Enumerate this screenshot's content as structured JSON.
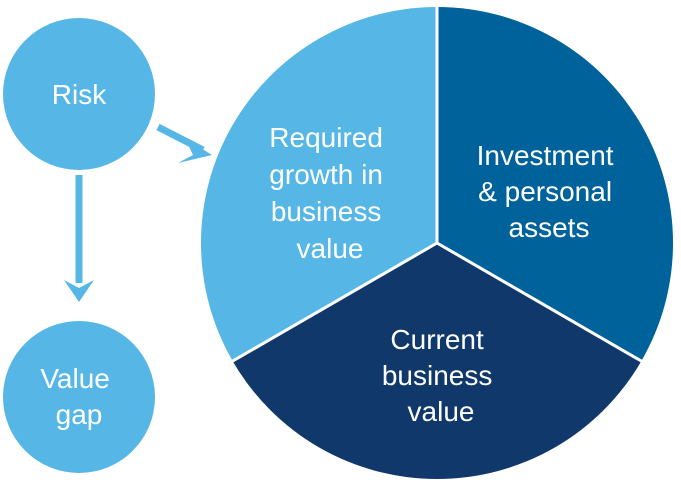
{
  "colors": {
    "light_blue": "#56b7e6",
    "mid_blue": "#00629b",
    "dark_blue": "#11386a",
    "arrow": "#56b7e6",
    "background": "#ffffff"
  },
  "nodes": {
    "risk": "Risk",
    "value_gap": [
      "Value",
      "gap"
    ]
  },
  "pie": {
    "segments": [
      {
        "key": "required_growth",
        "lines": [
          "Required",
          "growth in",
          "business",
          "value"
        ],
        "color": "light_blue"
      },
      {
        "key": "investment_assets",
        "lines": [
          "Investment",
          "& personal",
          "assets"
        ],
        "color": "mid_blue"
      },
      {
        "key": "current_value",
        "lines": [
          "Current",
          "business",
          "value"
        ],
        "color": "dark_blue"
      }
    ]
  },
  "arrows": [
    {
      "from": "risk",
      "to": "required_growth",
      "icon": "arrow-right-down-icon"
    },
    {
      "from": "risk",
      "to": "value_gap",
      "icon": "arrow-down-icon"
    }
  ]
}
